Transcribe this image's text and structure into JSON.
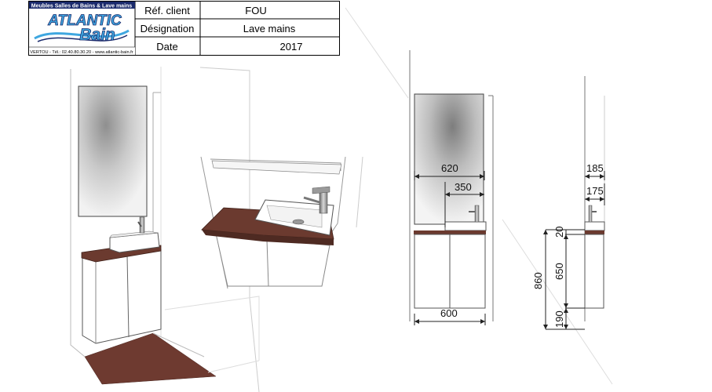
{
  "logo": {
    "tagline": "Meubles Salles de Bains & Lave mains",
    "brand_line1": "ATLANTIC",
    "brand_line2": "Bain",
    "contact": "VERTOU - Tél.: 02.40.80.30.20 - www.atlantic-bain.fr"
  },
  "title_block": {
    "rows": [
      {
        "label": "Réf. client",
        "value": "FOU"
      },
      {
        "label": "Désignation",
        "value": "Lave mains"
      },
      {
        "label": "Date",
        "value": "2017"
      }
    ]
  },
  "front_view": {
    "dims": {
      "mirror_width": "620",
      "tap_offset": "350",
      "cabinet_width": "600"
    }
  },
  "side_view": {
    "dims": {
      "depth_total": "185",
      "depth_top": "175",
      "top_thickness": "20",
      "cabinet_height": "650",
      "total_height": "860",
      "floor_gap": "190"
    }
  },
  "colors": {
    "worktop": "#6b3a2f",
    "floor": "#6e3a30",
    "line": "#333333",
    "mirror_fog": "#9a9a9a"
  }
}
